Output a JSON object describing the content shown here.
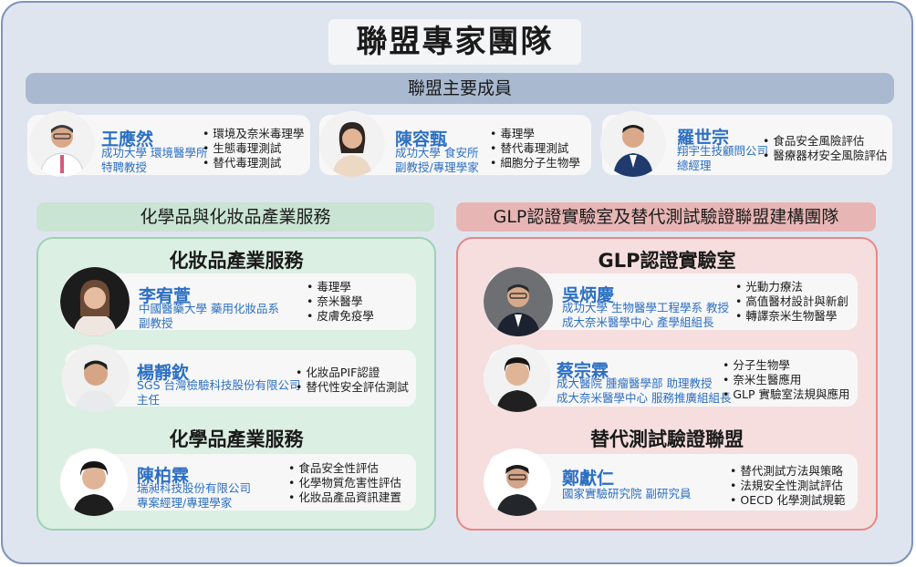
{
  "title": "聯盟專家團隊",
  "members_header": "聯盟主要成員",
  "core_members": [
    {
      "name": "王應然",
      "affiliation": [
        "成功大學 環境醫學所",
        "特聘教授"
      ],
      "skills": [
        "環境及奈米毒理學",
        "生態毒理測試",
        "替代毒理測試"
      ]
    },
    {
      "name": "陳容甄",
      "affiliation": [
        "成功大學 食安所",
        "副教授/專理學家"
      ],
      "skills": [
        "毒理學",
        "替代毒理測試",
        "細胞分子生物學"
      ]
    },
    {
      "name": "羅世宗",
      "affiliation": [
        "翔宇生技顧問公司",
        "總經理"
      ],
      "skills": [
        "食品安全風險評估",
        "醫療器材安全風險評估"
      ]
    }
  ],
  "left_section": {
    "label": "化學品與化妝品產業服務",
    "cosmetics_title": "化妝品產業服務",
    "chemicals_title": "化學品產業服務",
    "cosmetics": [
      {
        "name": "李宥萱",
        "affiliation": [
          "中國醫藥大學 藥用化妝品系",
          "副教授"
        ],
        "skills": [
          "毒理學",
          "奈米醫學",
          "皮膚免疫學"
        ]
      },
      {
        "name": "楊靜欽",
        "affiliation": [
          "SGS 台灣檢驗科技股份有限公司",
          "主任"
        ],
        "skills": [
          "化妝品PIF認證",
          "替代性安全評估測試"
        ]
      }
    ],
    "chemicals": [
      {
        "name": "陳柏霖",
        "affiliation": [
          "瑞昶科技股份有限公司",
          "專案經理/專理學家"
        ],
        "skills": [
          "食品安全性評估",
          "化學物質危害性評估",
          "化妝品產品資訊建置"
        ]
      }
    ]
  },
  "right_section": {
    "label": "GLP認證實驗室及替代測試驗證聯盟建構團隊",
    "glp_title": "GLP認證實驗室",
    "alt_title": "替代測試驗證聯盟",
    "glp": [
      {
        "name": "吳炳慶",
        "affiliation": [
          "成功大學 生物醫學工程學系 教授",
          "成大奈米醫學中心 產學組組長"
        ],
        "skills": [
          "光動力療法",
          "高值醫材設計與新創",
          "轉譯奈米生物醫學"
        ]
      },
      {
        "name": "蔡宗霖",
        "affiliation": [
          "成大醫院 腫瘤醫學部 助理教授",
          "成大奈米醫學中心 服務推廣組組長"
        ],
        "skills": [
          "分子生物學",
          "奈米生醫應用",
          "GLP 實驗室法規與應用"
        ]
      }
    ],
    "alt": [
      {
        "name": "鄭獻仁",
        "affiliation": [
          "國家實驗研究院 副研究員"
        ],
        "skills": [
          "替代測試方法與策略",
          "法規安全性測試評估",
          "OECD 化學測試規範"
        ]
      }
    ]
  },
  "colors": {
    "background": "#dfe5ee",
    "frame_border": "#7d95bb",
    "members_bar": "#a8b9d0",
    "name_blue": "#2c6fc2",
    "green_label": "#c9e4d3",
    "green_panel": "#dcefe3",
    "red_label": "#e8b5b5",
    "red_panel": "#f6dede"
  }
}
